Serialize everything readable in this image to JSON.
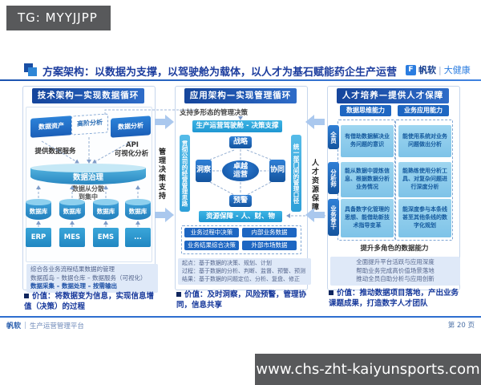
{
  "overlay": {
    "tg_label": "TG: MYYJJPP",
    "watermark": "www.chs-zht-kaiyunsports.com"
  },
  "header": {
    "title": "方案架构：以数据为支撑，以驾驶舱为载体，以人才为基石赋能药企生产运营",
    "logo_glyph": "F",
    "brand": "帆软",
    "divider": "|",
    "brand_sub": "大健康"
  },
  "col1": {
    "header": "技术架构—实现数据循环",
    "flags": [
      "数据资产",
      "高阶分析",
      "数据分析"
    ],
    "label_left": "提供数据服务",
    "api_line1": "API",
    "api_line2": "可视化分析",
    "governance": "数据治理",
    "note_line1": "数据从分散",
    "note_line2": "到集中",
    "db_labels": [
      "数据库",
      "数据库",
      "数据库",
      "数据库"
    ],
    "apps": [
      "ERP",
      "MES",
      "EMS",
      "..."
    ],
    "info_lines": [
      "综合各业务流程结果数据的管理",
      "数据孤岛 – 数据仓库 – 数据服务（可视化）",
      "数据采集 – 数据处理 – 按需输出"
    ],
    "value_label": "价值：",
    "value": "将数据变为信息，实现信息增值（决策）的过程"
  },
  "connector_left": {
    "label": "管理决策支持"
  },
  "connector_right": {
    "label": "人才资源保障"
  },
  "col2": {
    "header": "应用架构—实现管理循环",
    "top_note": "支持多形态的管理决策",
    "cockpit": "生产运营驾驶舱 - 决策支撑",
    "bar_left": "贯彻公司的经营管理思路",
    "bar_right": "统一部门间的管理口径",
    "nodes": {
      "top": "战略",
      "left": "洞察",
      "right": "协同",
      "bottom": "预警",
      "center_line1": "卓越",
      "center_line2": "运营"
    },
    "resource": "资源保障 - 人、财、物",
    "grid": [
      "业务过程中决策",
      "内部业务数据",
      "业务结果综合决策",
      "外部市场数据"
    ],
    "info_lines": [
      "起点：基于数据的决策、规划、计划",
      "过程：基于数据的分析、判断、监督、预警、预测",
      "结果：基于数据的问题定位、分析、复盘、修正"
    ],
    "value_label": "价值：",
    "value": "及时洞察，风险预警，管理协同，信息共享"
  },
  "col3": {
    "header": "人才培养—提供人才保障",
    "col_heads": [
      "数据思维能力",
      "业务应用能力"
    ],
    "roles": [
      "全员",
      "分析师",
      "业务骨干"
    ],
    "cells": [
      [
        "有借助数据解决业务问题的意识",
        "能使用系统对业务问题做出分析"
      ],
      [
        "能从数据中提炼信息、根据数据分析业务情况",
        "能熟练使用分析工具、对复杂问题进行深度分析"
      ],
      [
        "具备数字化管理的思想、能借助新技术指导变革",
        "能深度参与本条线甚至其他条线的数字化规划"
      ]
    ],
    "caption": "提升多角色的数据能力",
    "info_lines": [
      "全面提升平台活跃与应用深度",
      "帮助业务完成高价值场景落地",
      "推动全员自助分析与应用创新"
    ],
    "value_label": "价值：",
    "value": "推动数据项目落地，产出业务课题成果，打造数字人才团队"
  },
  "footer": {
    "brand": "帆软",
    "divider": "|",
    "platform": "生产运营管理平台",
    "page": "第 20 页"
  },
  "colors": {
    "header_bar": "#15459c",
    "cyan": "#2aa7dc",
    "dark_node": "#14549e",
    "overlay_gray": "#58595b",
    "title_blue": "#1c3d9e"
  }
}
